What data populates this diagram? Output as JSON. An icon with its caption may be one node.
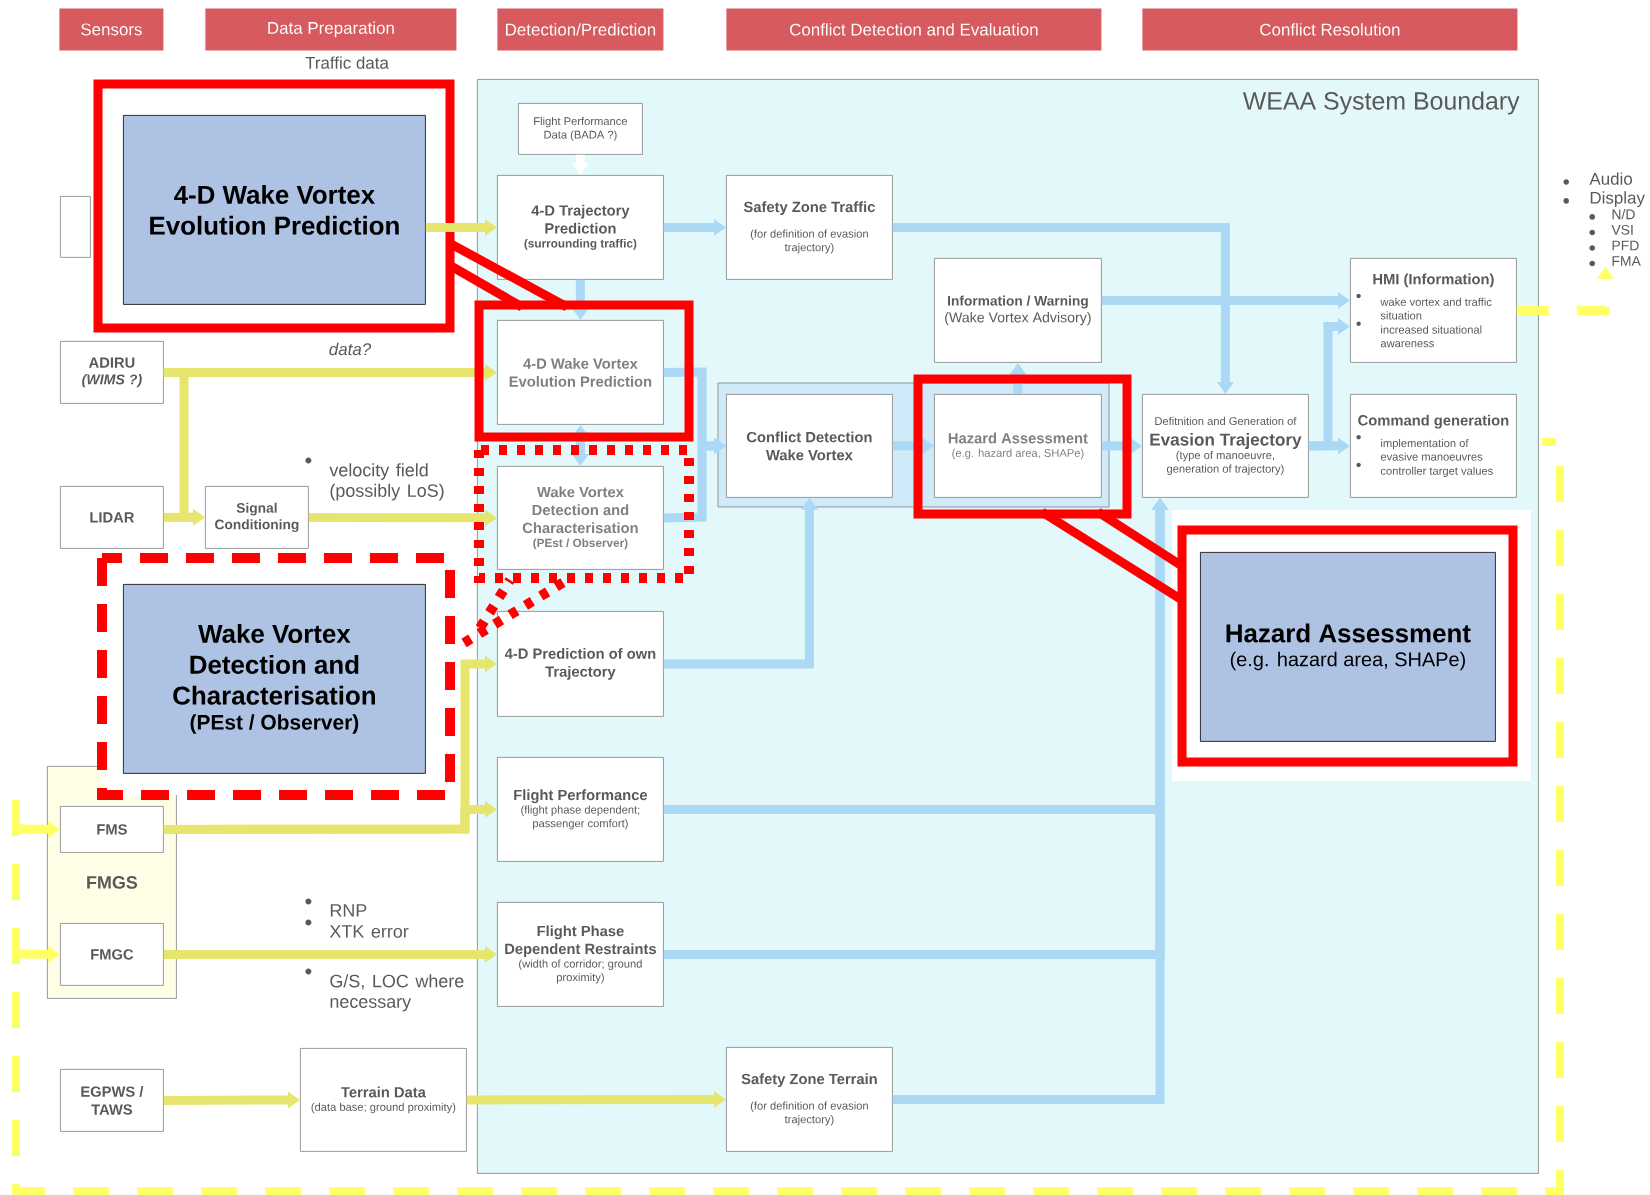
{
  "diagram": {
    "nodes": [
      {
        "text": [
          "Sensors"
        ]
      },
      {
        "text": [
          "Data Preparation"
        ]
      },
      {
        "text": [
          "Detection/Prediction"
        ]
      },
      {
        "text": [
          "Conflict Detection and Evaluation"
        ]
      },
      {
        "text": [
          "Conflict Resolution"
        ]
      },
      {
        "text": [
          "WEAA System Boundary"
        ]
      },
      {
        "text": [
          "Flight Performance Data (BADA ?)"
        ],
        "in": 5
      },
      {
        "text": [
          "4-D Trajectory Prediction",
          "(surrounding traffic)"
        ],
        "in": 5
      },
      {
        "text": [
          "Safety Zone Traffic",
          "(for definition of evasion trajectory)"
        ],
        "in": 5
      },
      {
        "text": [
          "4-D Wake Vortex Evolution Prediction"
        ],
        "in": 5
      },
      {
        "text": [
          "Information / Warning",
          "(Wake Vortex Advisory)"
        ],
        "in": 5
      },
      {
        "text": [
          "HMI (Information)",
          "wake vortex and traffic situation",
          "increased situational awareness"
        ],
        "in": 5
      },
      {
        "text": [
          "Wake Vortex Detection and Characterisation",
          "(PEst / Observer)"
        ],
        "in": 5
      },
      {
        "text": [
          "Conflict Detection Wake Vortex"
        ],
        "in": 5
      },
      {
        "text": [
          "Hazard Assessment",
          "(e.g. hazard area, SHAPe)"
        ],
        "in": 5
      },
      {
        "text": [
          "Defitnition and Generation of",
          "Evasion Trajectory",
          "(type of manoeuvre, generation of trajectory)"
        ],
        "in": 5
      },
      {
        "text": [
          "Command generation",
          "implementation of evasive manoeuvres",
          "controller target values"
        ],
        "in": 5
      },
      {
        "text": [
          "4-D Prediction of own Trajectory"
        ],
        "in": 5
      },
      {
        "text": [
          "Flight Performance",
          "(flight phase dependent; passenger comfort)"
        ],
        "in": 5
      },
      {
        "text": [
          "Flight Phase Dependent Restraints",
          "(width of corridor; ground proximity)"
        ],
        "in": 5
      },
      {
        "text": [
          "Safety Zone Terrain",
          "(for definition of evasion trajectory)"
        ],
        "in": 5
      },
      {
        "text": [],
        "shape": "box"
      },
      {
        "text": [
          "ADIRU",
          "(WIMS ?)"
        ]
      },
      {
        "text": [
          "LIDAR"
        ]
      },
      {
        "text": [
          "Signal Conditioning"
        ]
      },
      {
        "text": [
          "FMGS"
        ]
      },
      {
        "text": [
          "FMS"
        ],
        "in": 25
      },
      {
        "text": [
          "FMGC"
        ],
        "in": 25
      },
      {
        "text": [
          "EGPWS / TAWS"
        ]
      },
      {
        "text": [
          "Terrain Data",
          "(data base; ground proximity)"
        ]
      },
      {
        "text": [
          "4-D Wake Vortex Evolution Prediction"
        ]
      },
      {
        "text": [
          "Wake Vortex Detection and Characterisation",
          "(PEst / Observer)"
        ]
      },
      {
        "text": [
          "Hazard Assessment",
          "(e.g. hazard area, SHAPe)"
        ],
        "in": 5
      },
      {
        "text": [
          "Audio",
          "Display",
          "N/D",
          "VSI",
          "PFD",
          "FMA"
        ]
      }
    ],
    "edges": [
      {
        "from": 6,
        "to": 7,
        "arrow": "to",
        "color": "#ffffff"
      },
      {
        "from": 30,
        "to": 7,
        "arrow": "to",
        "color": "#e6e66e"
      },
      {
        "from": 7,
        "to": 8,
        "arrow": "to"
      },
      {
        "from": 7,
        "to": 9,
        "arrow": "to"
      },
      {
        "from": 8,
        "to": 15,
        "arrow": "to"
      },
      {
        "from": 22,
        "to": 9,
        "arrow": "to",
        "label": "data?",
        "color": "#e6e66e"
      },
      {
        "from": 22,
        "to": 24,
        "arrow": "to",
        "color": "#e6e66e"
      },
      {
        "from": 23,
        "to": 24,
        "arrow": "to",
        "color": "#e6e66e"
      },
      {
        "from": 24,
        "to": 12,
        "arrow": "to",
        "color": "#e6e66e"
      },
      {
        "from": 9,
        "to": 12,
        "arrow": "both"
      },
      {
        "from": 9,
        "to": 13,
        "arrow": "to"
      },
      {
        "from": 12,
        "to": 13,
        "arrow": "to"
      },
      {
        "from": 17,
        "to": 13,
        "arrow": "to"
      },
      {
        "from": 13,
        "to": 14,
        "arrow": "to"
      },
      {
        "from": 14,
        "to": 10,
        "arrow": "to"
      },
      {
        "from": 14,
        "to": 15,
        "arrow": "to"
      },
      {
        "from": 10,
        "to": 11,
        "arrow": "to"
      },
      {
        "from": 15,
        "to": 16,
        "arrow": "to"
      },
      {
        "from": 15,
        "to": 11,
        "arrow": "to"
      },
      {
        "from": 26,
        "to": 17,
        "arrow": "to",
        "color": "#e6e66e"
      },
      {
        "from": 26,
        "to": 18,
        "arrow": "to",
        "color": "#e6e66e"
      },
      {
        "from": 27,
        "to": 19,
        "arrow": "to",
        "color": "#e6e66e"
      },
      {
        "from": 28,
        "to": 29,
        "arrow": "to",
        "color": "#e6e66e"
      },
      {
        "from": 29,
        "to": 20,
        "arrow": "to",
        "color": "#e6e66e"
      },
      {
        "from": 18,
        "to": 15,
        "arrow": "to"
      },
      {
        "from": 19,
        "to": 15,
        "arrow": "to"
      },
      {
        "from": 20,
        "to": 15,
        "arrow": "to"
      },
      {
        "from": 11,
        "to": 33,
        "arrow": "to",
        "style": "dashed",
        "color": "#ffff66"
      },
      {
        "from": null,
        "to": 26,
        "arrow": "to",
        "color": "#ffff66"
      },
      {
        "from": null,
        "to": 27,
        "arrow": "to",
        "color": "#ffff66"
      }
    ],
    "labels": [
      "Traffic data",
      "velocity field (possibly LoS)",
      "RNP",
      "XTK error",
      "G/S, LOC where necessary"
    ]
  }
}
